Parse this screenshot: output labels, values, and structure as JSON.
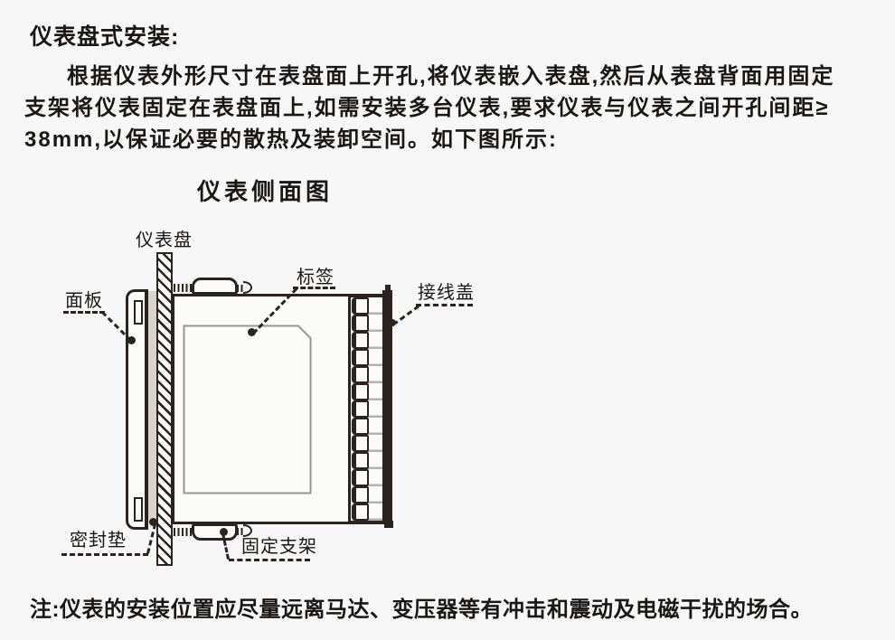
{
  "page": {
    "heading": "仪表盘式安装:",
    "paragraph_lines": [
      "根据仪表外形尺寸在表盘面上开孔,将仪表嵌入表盘,然后从表盘背面用固定",
      "支架将仪表固定在表盘面上,如需安装多台仪表,要求仪表与仪表之间开孔间距≥",
      "38mm,以保证必要的散热及装卸空间。如下图所示:"
    ],
    "note": "注:仪表的安装位置应尽量远离马达、变压器等有冲击和震动及电磁干扰的场合。"
  },
  "diagram": {
    "title": "仪表侧面图",
    "labels": {
      "panel_board": "仪表盘",
      "front_panel": "面板",
      "sticker": "标签",
      "terminal_cover": "接线盖",
      "gasket": "密封垫",
      "mounting_bracket": "固定支架"
    },
    "terminal_cell_count": 13,
    "colors": {
      "line": "#2b2320",
      "text": "#1a1816",
      "background": "#f7f7f7",
      "gasket_fill": "#d8d5d1",
      "inner_rect_stroke": "#9a968f"
    }
  }
}
